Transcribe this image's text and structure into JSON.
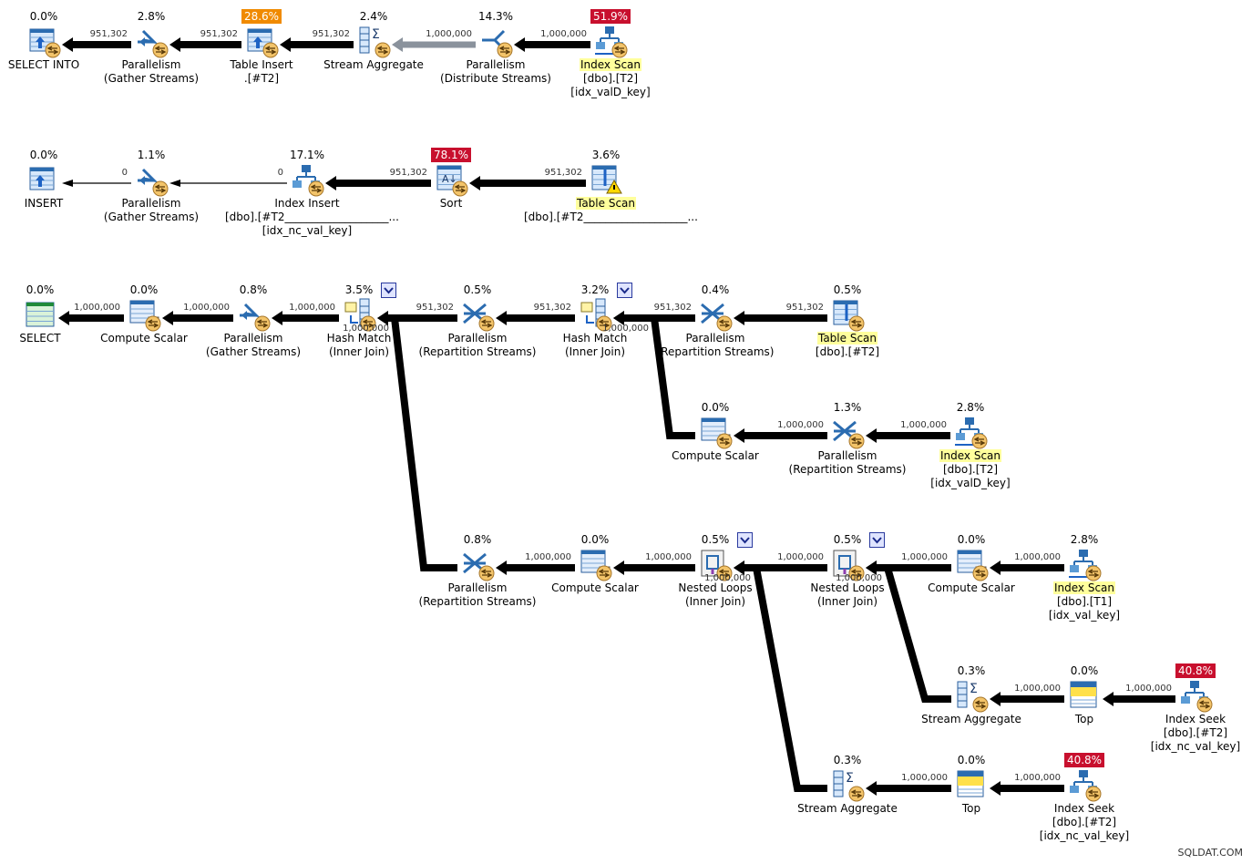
{
  "watermark": "SQLDAT.COM",
  "colors": {
    "hot": "#c8102e",
    "warm": "#f08a00",
    "highlight": "#ffff9c",
    "grey_edge": "#8a929c"
  },
  "nodes": [
    {
      "id": "n1",
      "icon": "select-into-icon",
      "cost": "0.0%",
      "lines": [
        "SELECT INTO"
      ]
    },
    {
      "id": "n2",
      "icon": "parallelism-gather-icon",
      "cost": "2.8%",
      "lines": [
        "Parallelism",
        "(Gather Streams)"
      ]
    },
    {
      "id": "n3",
      "icon": "table-insert-icon",
      "cost": "28.6%",
      "cost_style": "warm",
      "lines": [
        "Table Insert",
        ".[#T2]"
      ]
    },
    {
      "id": "n4",
      "icon": "stream-aggregate-icon",
      "cost": "2.4%",
      "lines": [
        "Stream Aggregate"
      ]
    },
    {
      "id": "n5",
      "icon": "parallelism-distribute-icon",
      "cost": "14.3%",
      "lines": [
        "Parallelism",
        "(Distribute Streams)"
      ]
    },
    {
      "id": "n6",
      "icon": "index-scan-icon",
      "cost": "51.9%",
      "cost_style": "hot",
      "lines": [
        "Index Scan",
        "[dbo].[T2]",
        "[idx_valD_key]"
      ],
      "highlight": true
    },
    {
      "id": "n7",
      "icon": "insert-icon",
      "cost": "0.0%",
      "lines": [
        "INSERT"
      ]
    },
    {
      "id": "n8",
      "icon": "parallelism-gather-icon",
      "cost": "1.1%",
      "lines": [
        "Parallelism",
        "(Gather Streams)"
      ]
    },
    {
      "id": "n9",
      "icon": "index-insert-icon",
      "cost": "17.1%",
      "lines": [
        "Index Insert",
        "[dbo].[#T2___________________...",
        "[idx_nc_val_key]"
      ]
    },
    {
      "id": "n10",
      "icon": "sort-icon",
      "cost": "78.1%",
      "cost_style": "hot",
      "lines": [
        "Sort"
      ]
    },
    {
      "id": "n11",
      "icon": "table-scan-warning-icon",
      "cost": "3.6%",
      "lines": [
        "Table Scan",
        "[dbo].[#T2___________________..."
      ],
      "highlight": true
    },
    {
      "id": "n12",
      "icon": "select-icon",
      "cost": "0.0%",
      "lines": [
        "SELECT"
      ]
    },
    {
      "id": "n13",
      "icon": "compute-scalar-icon",
      "cost": "0.0%",
      "lines": [
        "Compute Scalar"
      ]
    },
    {
      "id": "n14",
      "icon": "parallelism-gather-icon",
      "cost": "0.8%",
      "lines": [
        "Parallelism",
        "(Gather Streams)"
      ]
    },
    {
      "id": "n15",
      "icon": "hash-match-icon",
      "cost": "3.5%",
      "lines": [
        "Hash Match",
        "(Inner Join)"
      ],
      "dropdown": true
    },
    {
      "id": "n16",
      "icon": "parallelism-repartition-icon",
      "cost": "0.5%",
      "lines": [
        "Parallelism",
        "(Repartition Streams)"
      ]
    },
    {
      "id": "n17",
      "icon": "hash-match-icon",
      "cost": "3.2%",
      "lines": [
        "Hash Match",
        "(Inner Join)"
      ],
      "dropdown": true
    },
    {
      "id": "n18",
      "icon": "parallelism-repartition-icon",
      "cost": "0.4%",
      "lines": [
        "Parallelism",
        "(Repartition Streams)"
      ]
    },
    {
      "id": "n19",
      "icon": "table-scan-icon",
      "cost": "0.5%",
      "lines": [
        "Table Scan",
        "[dbo].[#T2]"
      ],
      "highlight": true
    },
    {
      "id": "n20",
      "icon": "compute-scalar-icon",
      "cost": "0.0%",
      "lines": [
        "Compute Scalar"
      ]
    },
    {
      "id": "n21",
      "icon": "parallelism-repartition-icon",
      "cost": "1.3%",
      "lines": [
        "Parallelism",
        "(Repartition Streams)"
      ]
    },
    {
      "id": "n22",
      "icon": "index-scan-icon",
      "cost": "2.8%",
      "lines": [
        "Index Scan",
        "[dbo].[T2]",
        "[idx_valD_key]"
      ],
      "highlight": true
    },
    {
      "id": "n23",
      "icon": "parallelism-repartition-icon",
      "cost": "0.8%",
      "lines": [
        "Parallelism",
        "(Repartition Streams)"
      ]
    },
    {
      "id": "n24",
      "icon": "compute-scalar-icon",
      "cost": "0.0%",
      "lines": [
        "Compute Scalar"
      ]
    },
    {
      "id": "n25",
      "icon": "nested-loops-icon",
      "cost": "0.5%",
      "lines": [
        "Nested Loops",
        "(Inner Join)"
      ],
      "dropdown": true
    },
    {
      "id": "n26",
      "icon": "nested-loops-icon",
      "cost": "0.5%",
      "lines": [
        "Nested Loops",
        "(Inner Join)"
      ],
      "dropdown": true
    },
    {
      "id": "n27",
      "icon": "compute-scalar-icon",
      "cost": "0.0%",
      "lines": [
        "Compute Scalar"
      ]
    },
    {
      "id": "n28",
      "icon": "index-scan-icon",
      "cost": "2.8%",
      "lines": [
        "Index Scan",
        "[dbo].[T1]",
        "[idx_val_key]"
      ],
      "highlight": true
    },
    {
      "id": "n29",
      "icon": "stream-aggregate-icon",
      "cost": "0.3%",
      "lines": [
        "Stream Aggregate"
      ]
    },
    {
      "id": "n30",
      "icon": "top-icon",
      "cost": "0.0%",
      "lines": [
        "Top"
      ]
    },
    {
      "id": "n31",
      "icon": "index-seek-icon",
      "cost": "40.8%",
      "cost_style": "hot",
      "lines": [
        "Index Seek",
        "[dbo].[#T2]",
        "[idx_nc_val_key]"
      ]
    },
    {
      "id": "n32",
      "icon": "stream-aggregate-icon",
      "cost": "0.3%",
      "lines": [
        "Stream Aggregate"
      ]
    },
    {
      "id": "n33",
      "icon": "top-icon",
      "cost": "0.0%",
      "lines": [
        "Top"
      ]
    },
    {
      "id": "n34",
      "icon": "index-seek-icon",
      "cost": "40.8%",
      "cost_style": "hot",
      "lines": [
        "Index Seek",
        "[dbo].[#T2]",
        "[idx_nc_val_key]"
      ]
    }
  ],
  "edges": [
    {
      "from": "n2",
      "to": "n1",
      "rows": "951,302"
    },
    {
      "from": "n3",
      "to": "n2",
      "rows": "951,302"
    },
    {
      "from": "n4",
      "to": "n3",
      "rows": "951,302"
    },
    {
      "from": "n5",
      "to": "n4",
      "rows": "1,000,000",
      "style": "grey"
    },
    {
      "from": "n6",
      "to": "n5",
      "rows": "1,000,000"
    },
    {
      "from": "n8",
      "to": "n7",
      "rows": "0",
      "style": "thin"
    },
    {
      "from": "n9",
      "to": "n8",
      "rows": "0",
      "style": "thin"
    },
    {
      "from": "n10",
      "to": "n9",
      "rows": "951,302"
    },
    {
      "from": "n11",
      "to": "n10",
      "rows": "951,302"
    },
    {
      "from": "n13",
      "to": "n12",
      "rows": "1,000,000"
    },
    {
      "from": "n14",
      "to": "n13",
      "rows": "1,000,000"
    },
    {
      "from": "n15",
      "to": "n14",
      "rows": "1,000,000"
    },
    {
      "from": "n16",
      "to": "n15",
      "rows": "951,302"
    },
    {
      "from": "n17",
      "to": "n16",
      "rows": "951,302"
    },
    {
      "from": "n18",
      "to": "n17",
      "rows": "951,302"
    },
    {
      "from": "n19",
      "to": "n18",
      "rows": "951,302"
    },
    {
      "from": "n20",
      "to": "n17",
      "rows": "1,000,000",
      "branch": true
    },
    {
      "from": "n21",
      "to": "n20",
      "rows": "1,000,000"
    },
    {
      "from": "n22",
      "to": "n21",
      "rows": "1,000,000"
    },
    {
      "from": "n23",
      "to": "n15",
      "rows": "1,000,000",
      "branch": true
    },
    {
      "from": "n24",
      "to": "n23",
      "rows": "1,000,000"
    },
    {
      "from": "n25",
      "to": "n24",
      "rows": "1,000,000"
    },
    {
      "from": "n26",
      "to": "n25",
      "rows": "1,000,000"
    },
    {
      "from": "n27",
      "to": "n26",
      "rows": "1,000,000"
    },
    {
      "from": "n28",
      "to": "n27",
      "rows": "1,000,000"
    },
    {
      "from": "n29",
      "to": "n26",
      "rows": "1,000,000",
      "branch": true
    },
    {
      "from": "n30",
      "to": "n29",
      "rows": "1,000,000"
    },
    {
      "from": "n31",
      "to": "n30",
      "rows": "1,000,000"
    },
    {
      "from": "n32",
      "to": "n25",
      "rows": "1,000,000",
      "branch": true
    },
    {
      "from": "n33",
      "to": "n32",
      "rows": "1,000,000"
    },
    {
      "from": "n34",
      "to": "n33",
      "rows": "1,000,000"
    }
  ]
}
